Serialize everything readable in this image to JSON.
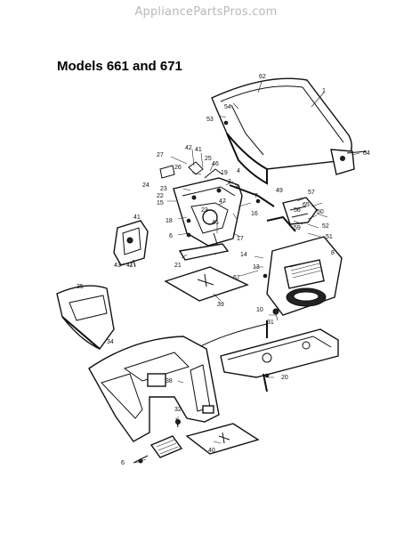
{
  "header": {
    "site": "AppliancePartsPros.com"
  },
  "title": "Models 661 and 671",
  "callouts": {
    "c1": "1",
    "c2": "2",
    "c3": "3",
    "c4": "4",
    "c6a": "6",
    "c6b": "6",
    "c7": "7",
    "c8": "8",
    "c10": "10",
    "c13": "13",
    "c14": "14",
    "c15": "15",
    "c16": "16",
    "c17": "17",
    "c18": "18",
    "c19": "19",
    "c20": "20",
    "c21": "21",
    "c22": "22",
    "c23a": "23",
    "c23b": "23",
    "c24": "24",
    "c25": "25",
    "c26": "26",
    "c27": "27",
    "c31": "31",
    "c32": "32",
    "c34": "34",
    "c35": "35",
    "c38": "38",
    "c39": "39",
    "c40": "40",
    "c41a": "41",
    "c41b": "41",
    "c41c": "41",
    "c42": "42",
    "c43": "43",
    "c45": "45",
    "c46": "46",
    "c47": "47",
    "c49": "49",
    "c50": "50",
    "c51": "51",
    "c52": "52",
    "c53": "53",
    "c54": "54",
    "c56": "56",
    "c57": "57",
    "c59": "59",
    "c62": "62",
    "c64": "64",
    "c65": "65",
    "c67": "67"
  }
}
